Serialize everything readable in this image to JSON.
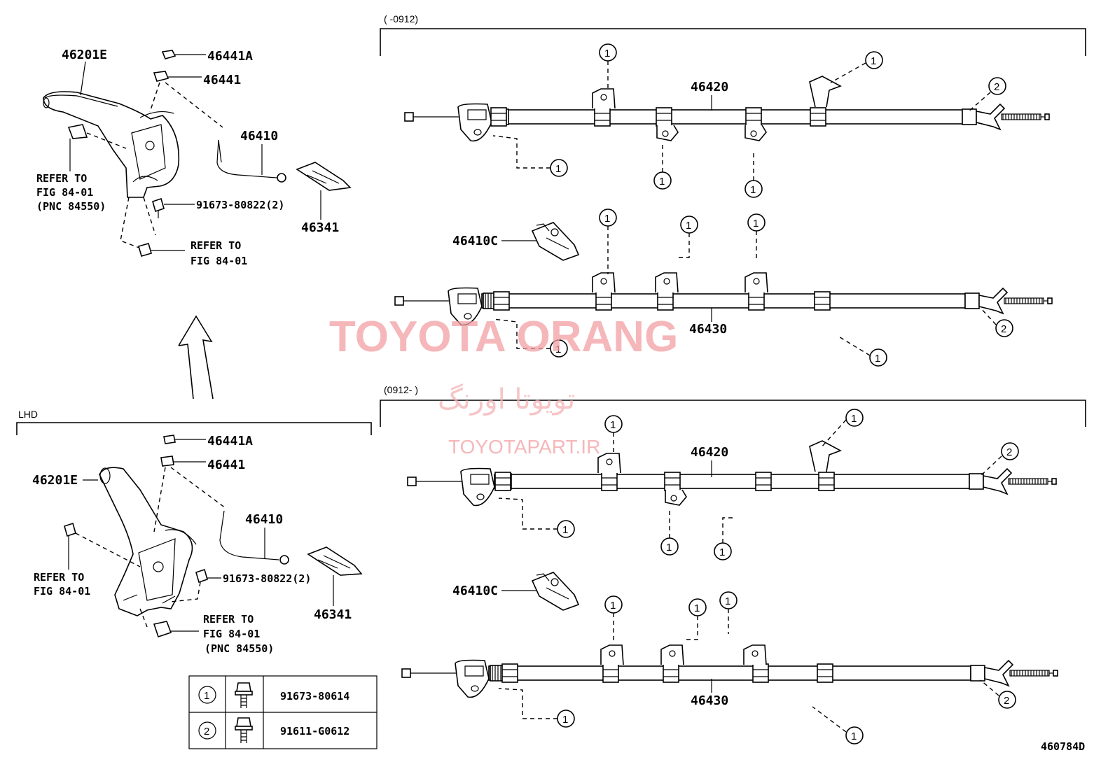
{
  "range_top": "(      -0912)",
  "range_bottom": "(0912-      )",
  "section_lhd": "LHD",
  "lever": "46201E",
  "nut_a": "46441A",
  "nut": "46441",
  "cable_front": "46410",
  "clip": "46341",
  "bolt_front": "91673-80822(2)",
  "refer_a": [
    "REFER TO",
    "FIG 84-01",
    "(PNC 84550)"
  ],
  "refer_b": [
    "REFER TO",
    "FIG 84-01"
  ],
  "cable_rh": "46420",
  "cable_lh": "46430",
  "cable_c": "46410C",
  "legend": [
    {
      "num": "1",
      "part": "91673-80614",
      "icon": "bolt-icon"
    },
    {
      "num": "2",
      "part": "91611-G0612",
      "icon": "bolt-icon"
    }
  ],
  "fig_code": "460784D",
  "watermark": {
    "brand": "TOYOTA ORANG",
    "persian": "تویوتا اورنگ",
    "site": "TOYOTAPART.IR"
  }
}
